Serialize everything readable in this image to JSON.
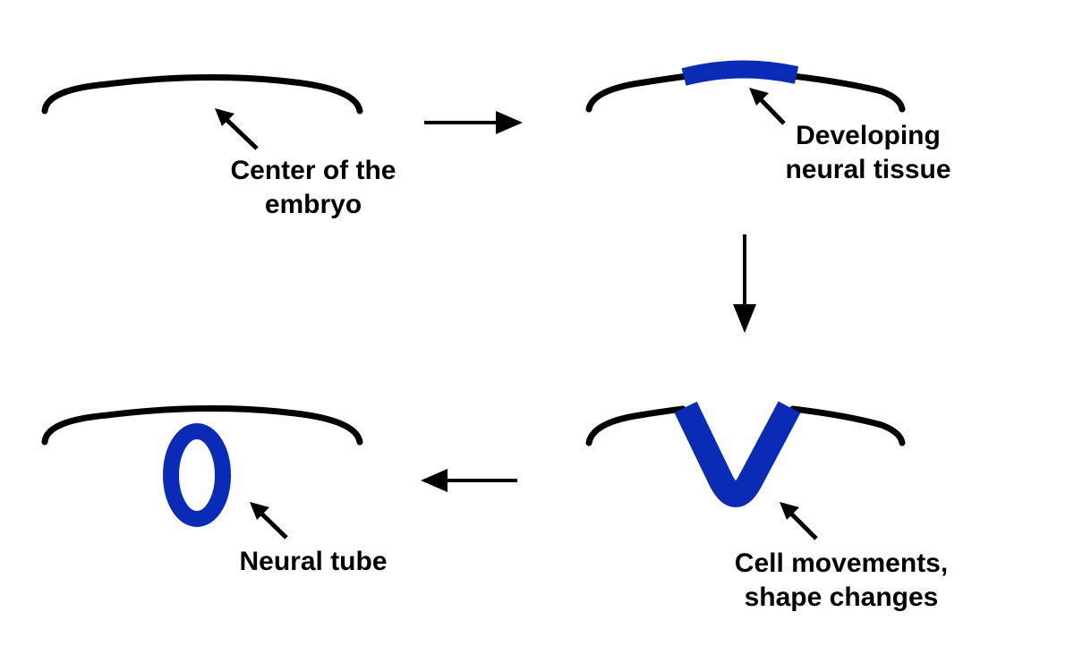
{
  "colors": {
    "ectoderm": "#000000",
    "neural_tissue": "#0a2bb5",
    "background": "#ffffff"
  },
  "labels": {
    "center_of_embryo": [
      "Center of the",
      "embryo"
    ],
    "developing_neural_tissue": [
      "Developing",
      "neural tissue"
    ],
    "cell_movements": [
      "Cell movements,",
      "shape changes"
    ],
    "neural_tube": [
      "Neural tube"
    ]
  }
}
